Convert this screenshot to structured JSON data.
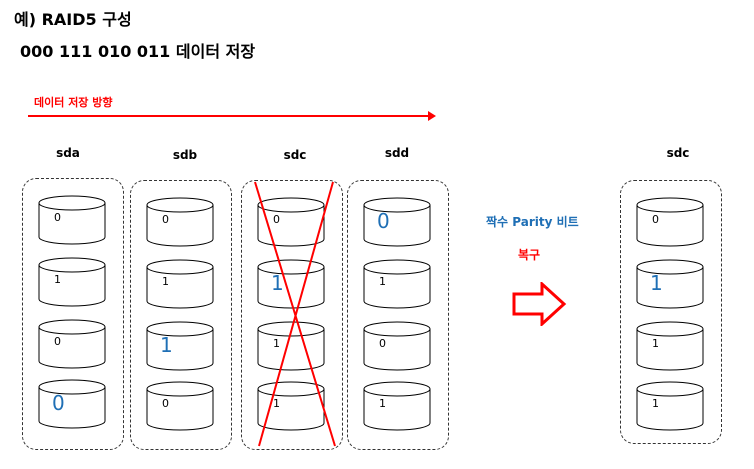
{
  "header": {
    "line1": "예) RAID5 구성",
    "line2": "000 111 010 011 데이터 저장"
  },
  "direction_label": "데이터 저장 방향",
  "recovery": {
    "parity_label": "짝수 Parity 비트",
    "restore_label": "복구"
  },
  "colors": {
    "red": "#ff0000",
    "blue": "#1f6fb5"
  },
  "disks": [
    {
      "name": "sda",
      "blocks": [
        {
          "v": "0",
          "parity": false
        },
        {
          "v": "1",
          "parity": false
        },
        {
          "v": "0",
          "parity": false
        },
        {
          "v": "0",
          "parity": true
        }
      ]
    },
    {
      "name": "sdb",
      "blocks": [
        {
          "v": "0",
          "parity": false
        },
        {
          "v": "1",
          "parity": false
        },
        {
          "v": "1",
          "parity": true
        },
        {
          "v": "0",
          "parity": false
        }
      ]
    },
    {
      "name": "sdc",
      "failed": true,
      "blocks": [
        {
          "v": "0",
          "parity": false
        },
        {
          "v": "1",
          "parity": true
        },
        {
          "v": "1",
          "parity": false
        },
        {
          "v": "1",
          "parity": false
        }
      ]
    },
    {
      "name": "sdd",
      "blocks": [
        {
          "v": "0",
          "parity": true
        },
        {
          "v": "1",
          "parity": false
        },
        {
          "v": "0",
          "parity": false
        },
        {
          "v": "1",
          "parity": false
        }
      ]
    }
  ],
  "recovered_disk": {
    "name": "sdc",
    "blocks": [
      {
        "v": "0",
        "parity": false
      },
      {
        "v": "1",
        "parity": true
      },
      {
        "v": "1",
        "parity": false
      },
      {
        "v": "1",
        "parity": false
      }
    ]
  }
}
